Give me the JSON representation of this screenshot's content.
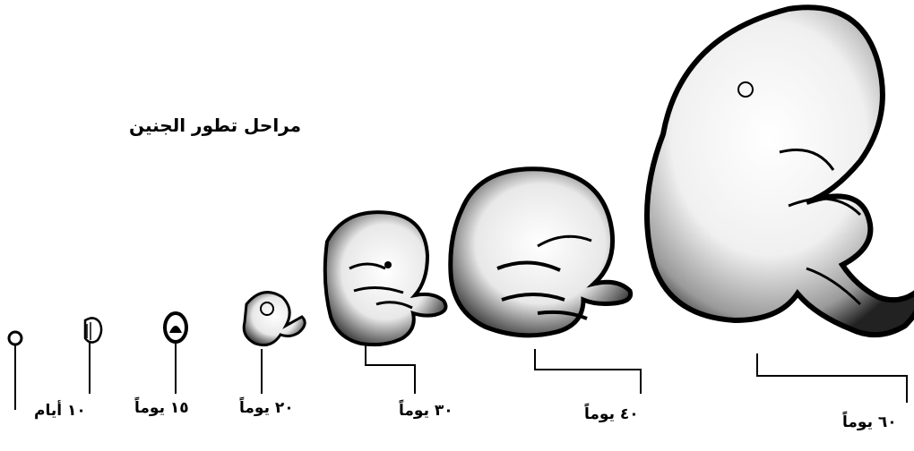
{
  "diagram": {
    "title": "مراحل تطور الجنين",
    "stages": [
      {
        "id": "s0",
        "label": ""
      },
      {
        "id": "s10",
        "label": "١٠ أيام"
      },
      {
        "id": "s15",
        "label": "١٥ يوماً"
      },
      {
        "id": "s20",
        "label": "٢٠ يوماً"
      },
      {
        "id": "s30",
        "label": "٣٠ يوماً"
      },
      {
        "id": "s40",
        "label": "٤٠ يوماً"
      },
      {
        "id": "s60",
        "label": "٦٠ يوماً"
      }
    ],
    "colors": {
      "ink": "#000000",
      "paper": "#ffffff"
    }
  }
}
